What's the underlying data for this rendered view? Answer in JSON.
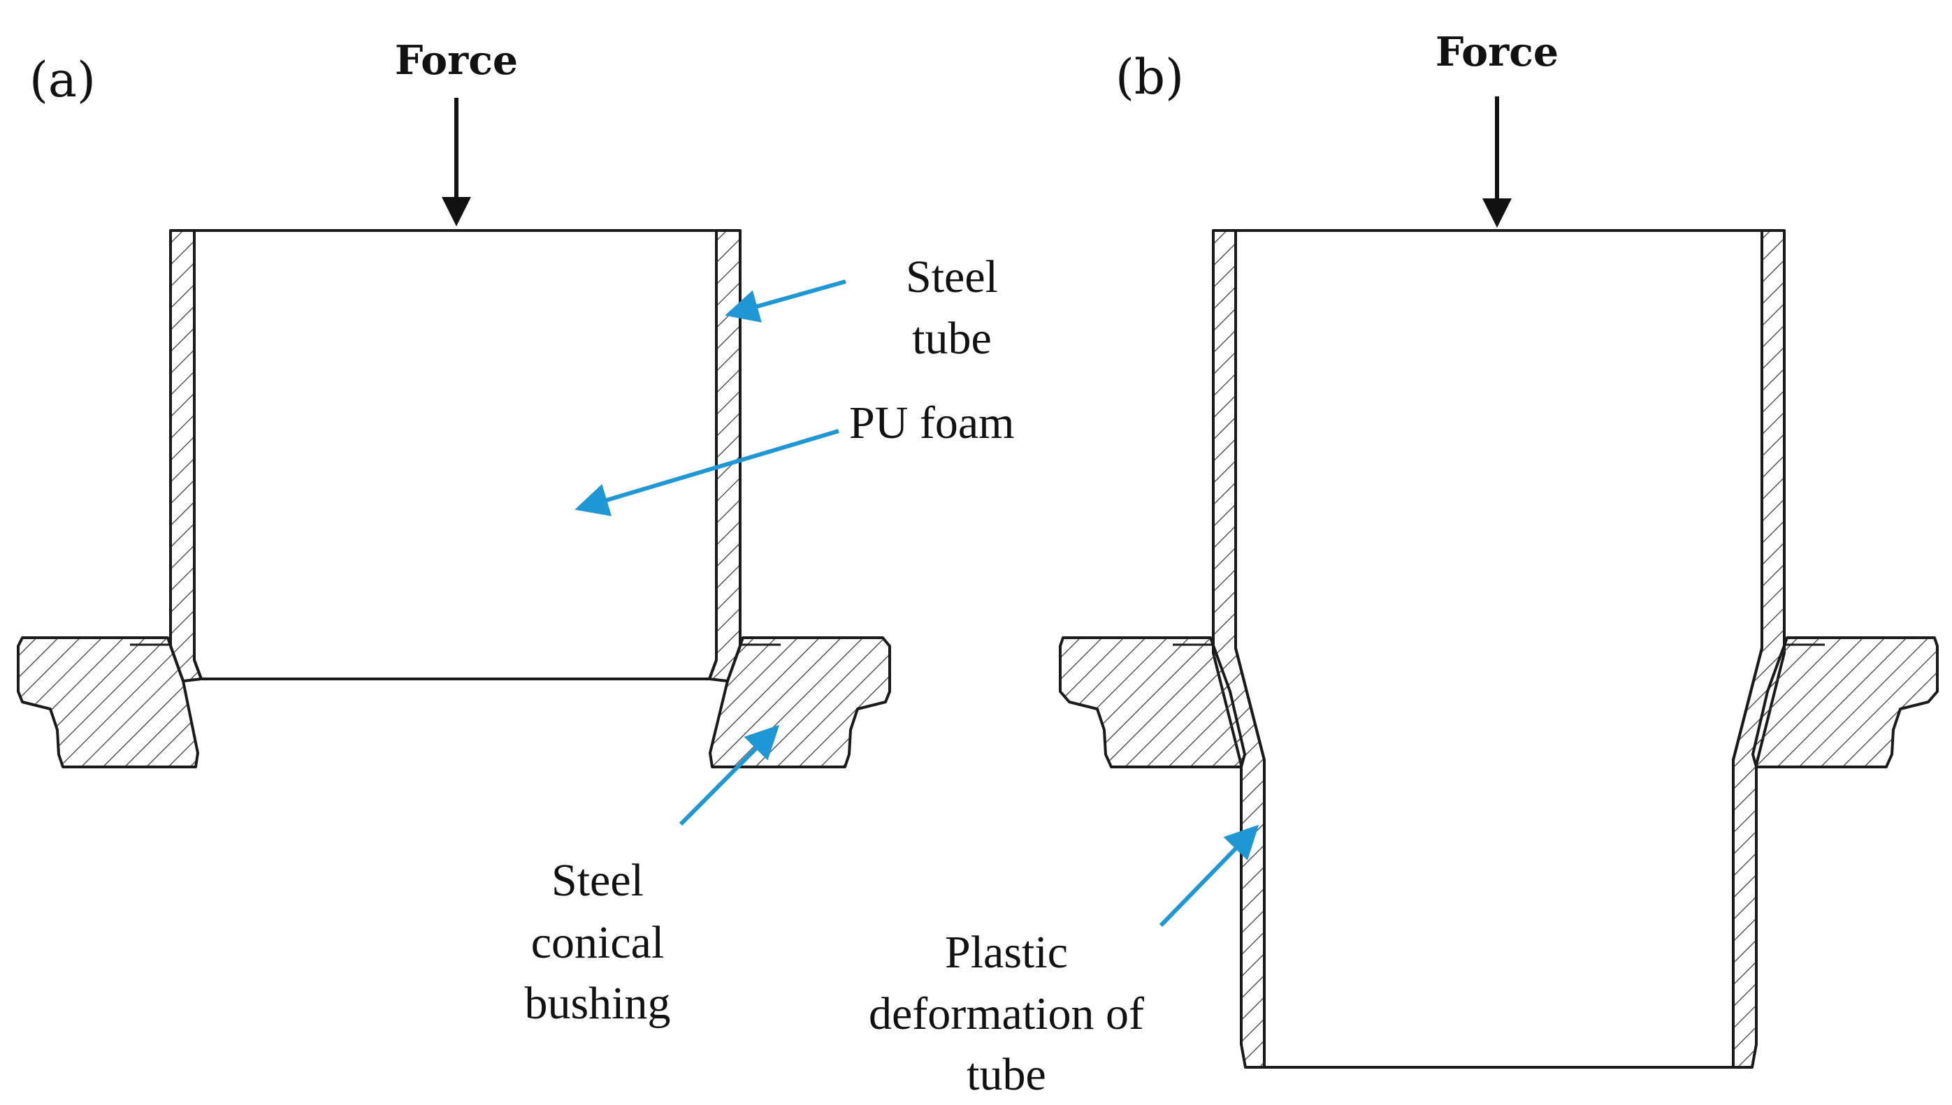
{
  "panels": {
    "a": {
      "label": "(a)",
      "force": "Force",
      "steel_tube": [
        "Steel",
        "tube"
      ],
      "pu_foam": "PU foam",
      "bushing": [
        "Steel",
        "conical",
        "bushing"
      ]
    },
    "b": {
      "label": "(b)",
      "force": "Force",
      "deformation": [
        "Plastic",
        "deformation of",
        "tube"
      ]
    }
  },
  "colors": {
    "callout_arrow": "#1f97d4",
    "outline": "#1a1a1a",
    "hatch_light": "#b3b3b3",
    "hatch_dark": "#3a3a3a"
  }
}
